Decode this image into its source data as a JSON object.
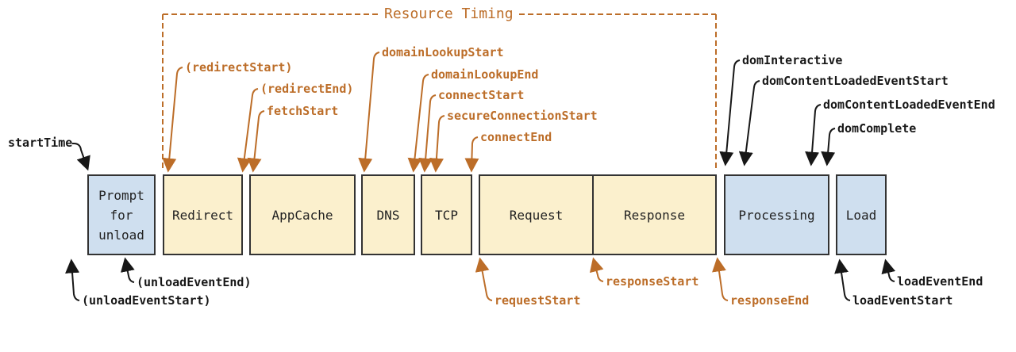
{
  "diagram_title": "Resource Timing",
  "colors": {
    "orange": "#bc6d28",
    "black": "#171717",
    "yellow_fill": "#fbf0cd",
    "blue_fill": "#cfdfef",
    "box_border": "#333333",
    "box_text": "#222222",
    "background": "#ffffff"
  },
  "boxes": [
    {
      "label": "Prompt for unload",
      "lines": [
        "Prompt",
        "for",
        "unload"
      ],
      "fill": "blue_fill"
    },
    {
      "label": "Redirect",
      "fill": "yellow_fill"
    },
    {
      "label": "AppCache",
      "fill": "yellow_fill"
    },
    {
      "label": "DNS",
      "fill": "yellow_fill"
    },
    {
      "label": "TCP",
      "fill": "yellow_fill"
    },
    {
      "label": "Request",
      "fill": "yellow_fill"
    },
    {
      "label": "Response",
      "fill": "yellow_fill"
    },
    {
      "label": "Processing",
      "fill": "blue_fill"
    },
    {
      "label": "Load",
      "fill": "blue_fill"
    }
  ],
  "events": {
    "startTime": "startTime",
    "redirectStart": "(redirectStart)",
    "redirectEnd": "(redirectEnd)",
    "fetchStart": "fetchStart",
    "domainLookupStart": "domainLookupStart",
    "domainLookupEnd": "domainLookupEnd",
    "connectStart": "connectStart",
    "secureConnectionStart": "secureConnectionStart",
    "connectEnd": "connectEnd",
    "domInteractive": "domInteractive",
    "domContentLoadedEventStart": "domContentLoadedEventStart",
    "domContentLoadedEventEnd": "domContentLoadedEventEnd",
    "domComplete": "domComplete",
    "unloadEventStart": "(unloadEventStart)",
    "unloadEventEnd": "(unloadEventEnd)",
    "requestStart": "requestStart",
    "responseStart": "responseStart",
    "responseEnd": "responseEnd",
    "loadEventStart": "loadEventStart",
    "loadEventEnd": "loadEventEnd"
  }
}
